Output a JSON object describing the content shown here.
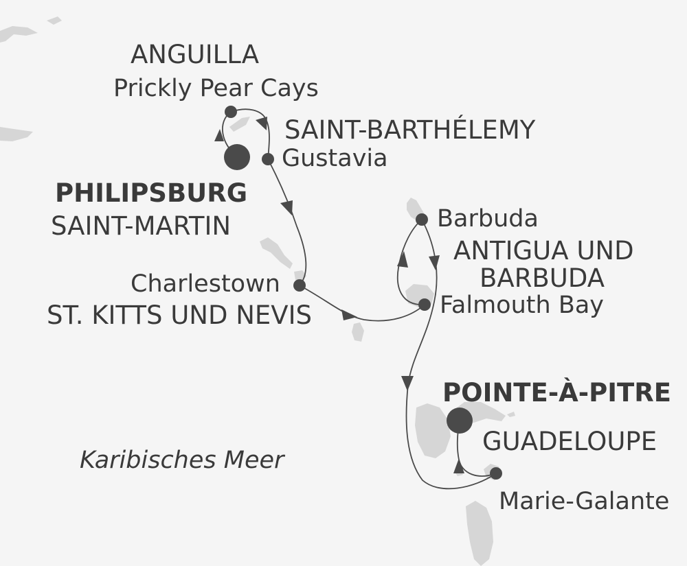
{
  "sea": {
    "label": "Karibisches Meer"
  },
  "stops": {
    "anguilla": {
      "country": "ANGUILLA",
      "port": "Prickly Pear Cays"
    },
    "st_barth": {
      "country": "SAINT-BARTHÉLEMY",
      "port": "Gustavia"
    },
    "philipsburg": {
      "port": "PHILIPSBURG",
      "country": "SAINT-MARTIN"
    },
    "nevis": {
      "port": "Charlestown",
      "country": "ST. KITTS UND NEVIS"
    },
    "barbuda": {
      "port": "Barbuda"
    },
    "antigua": {
      "country_line1": "ANTIGUA UND",
      "country_line2": "BARBUDA",
      "port": "Falmouth Bay"
    },
    "pointe": {
      "port": "POINTE-À-PITRE",
      "country": "GUADELOUPE"
    },
    "marie_galante": {
      "port": "Marie-Galante"
    }
  },
  "colors": {
    "background": "#f5f5f5",
    "land": "#d6d6d6",
    "route": "#4a4a4a",
    "text": "#3a3a3a"
  },
  "icons": {
    "stop": "port-dot-icon",
    "start_end": "major-port-dot-icon",
    "direction": "route-arrow-icon"
  }
}
